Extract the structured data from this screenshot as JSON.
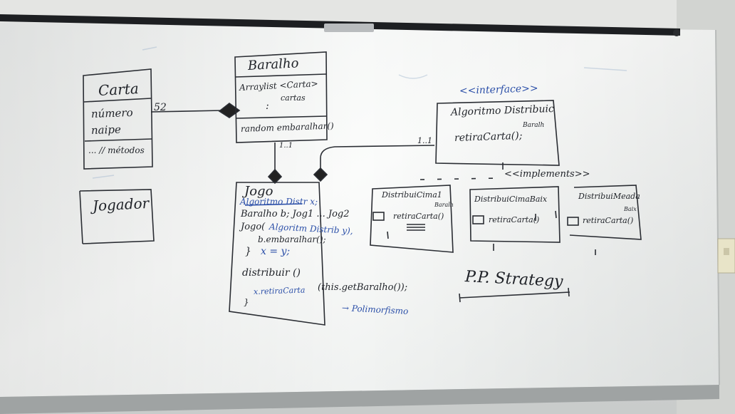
{
  "whiteboard": {
    "carta": {
      "title": "Carta",
      "attr1": "número",
      "attr2": "naipe",
      "methods": "... // métodos"
    },
    "mult_52": "52",
    "baralho": {
      "title": "Baralho",
      "attr1": "Arraylist <Carta>",
      "attr2": "cartas",
      "dots": ":",
      "method": "random embaralhar()"
    },
    "mult_1_1_left": "1..1",
    "mult_1_1_right": "1..1",
    "interface_stereotype": "<<interface>>",
    "algoritmo": {
      "title": "Algoritmo Distribuic",
      "method": "retiraCarta();",
      "note": "Baralh"
    },
    "implements_label": "<<implements>>",
    "jogador": {
      "title": "Jogador"
    },
    "jogo": {
      "title": "Jogo",
      "line1": "Algoritmo Distr x;",
      "line2": "Baralho b; Jog1 ... Jog2",
      "line3a": "Jogo(",
      "line3b": "Algoritm Distrib y),",
      "line4": "b.embaralhar();",
      "line5a": "}",
      "line5b": "x = y;",
      "line6": "distribuir ()",
      "line7a": "x.retiraCarta",
      "line7b": "(this.getBaralho());",
      "line8": "}",
      "polimorfismo": "→ Polimorfismo"
    },
    "dist1": {
      "title": "DistribuiCima1",
      "method": "retiraCarta()",
      "note": "Baralh"
    },
    "dist2": {
      "title": "DistribuiCimaBaix",
      "method": "retiraCarta()"
    },
    "dist3": {
      "title": "DistribuiMeada",
      "method": "retiraCarta()",
      "note": "Baix"
    },
    "pattern_label": "P.P. Strategy"
  }
}
